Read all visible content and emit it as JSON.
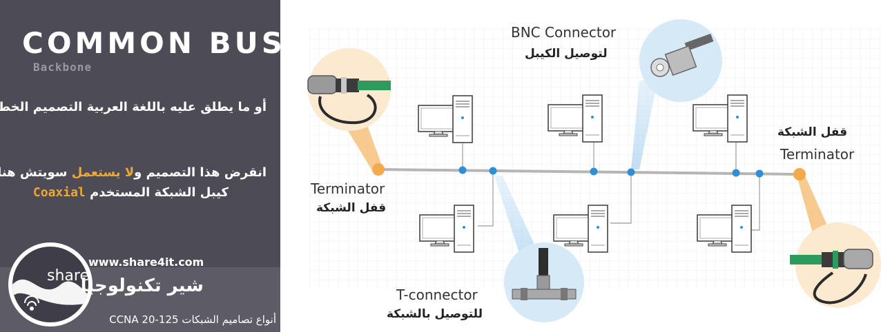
{
  "left_panel": {
    "title": "COMMON BUS",
    "subtitle": "Backbone",
    "arabic_line1": "أو ما يطلق عليه باللغة العربية التصميم الخطي",
    "arabic_line2_a": "انقرض هذا التصميم و",
    "arabic_line2_highlight": "لا يستعمل",
    "arabic_line2_b": " سويتش هنا",
    "arabic_line3_a": "كيبل الشبكة المستخدم ",
    "arabic_line3_highlight": "Coaxial",
    "highlight_color": "#f0a830"
  },
  "branding": {
    "logo_text": "share",
    "url": "www.share4it.com",
    "name": "شير تكنولوجيا",
    "caption": "أنواع تصاميم الشبكات CCNA 20-125"
  },
  "diagram": {
    "bnc_label_en": "BNC Connector",
    "bnc_label_ar": "لتوصيل الكيبل",
    "terminator_left_en": "Terminator",
    "terminator_left_ar": "قفل الشبكة",
    "terminator_right_en": "Terminator",
    "terminator_right_ar": "قفل الشبكة",
    "tconnector_label_en": "T-connector",
    "tconnector_label_ar": "للتوصيل بالشبكة",
    "colors": {
      "bus": "#b5b5b5",
      "node": "#2f8fd6",
      "terminator": "#f4a94a",
      "callout_warm": "#fbe9d0",
      "callout_cool": "#d5e9f7"
    },
    "icons": [
      "computer-icon",
      "terminator-connector-icon",
      "bnc-connector-icon",
      "t-connector-icon"
    ]
  }
}
